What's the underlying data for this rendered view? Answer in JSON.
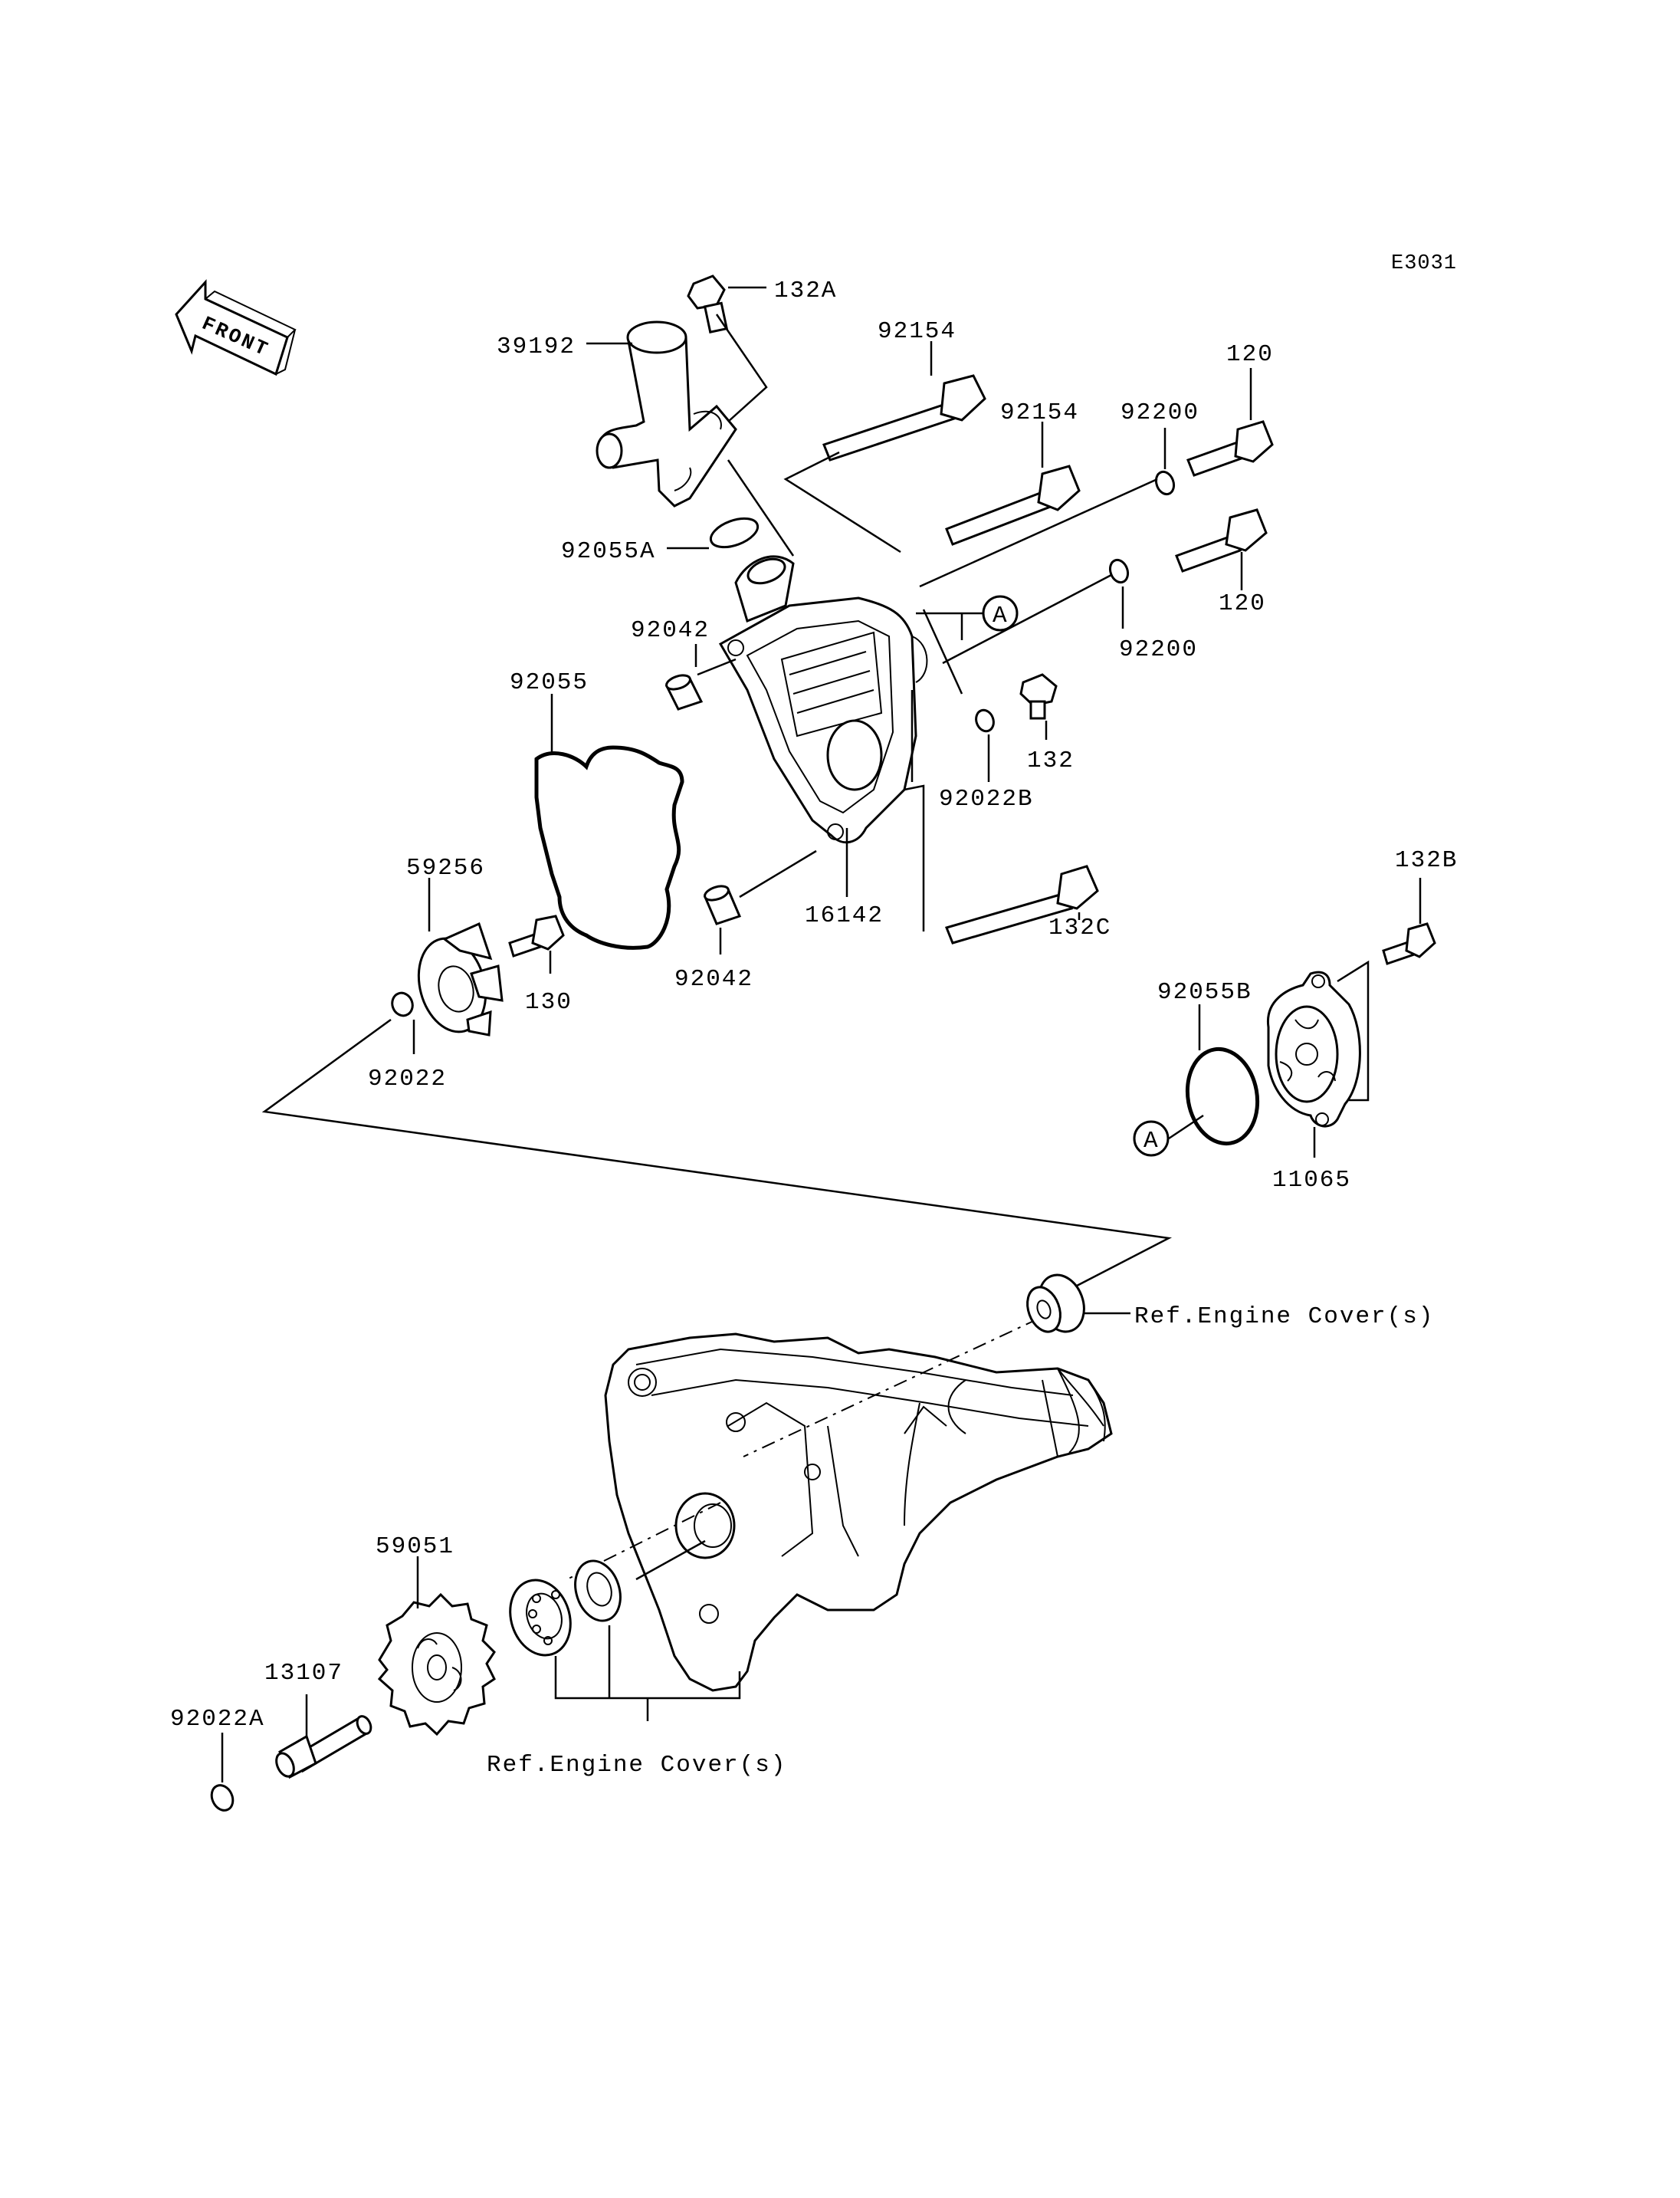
{
  "diagram_code": "E3031",
  "front_arrow_label": "FRONT",
  "ref_marker": "A",
  "parts": {
    "p132A": "132A",
    "p39192": "39192",
    "p92154a": "92154",
    "p92154b": "92154",
    "p92200a": "92200",
    "p120a": "120",
    "p120b": "120",
    "p92200b": "92200",
    "p92055A": "92055A",
    "p92042a": "92042",
    "p92055": "92055",
    "p132": "132",
    "p92022B": "92022B",
    "p59256": "59256",
    "p16142": "16142",
    "p132C": "132C",
    "p132B": "132B",
    "p130": "130",
    "p92042b": "92042",
    "p92055B": "92055B",
    "p92022": "92022",
    "p11065": "11065",
    "p59051": "59051",
    "p13107": "13107",
    "p92022A": "92022A"
  },
  "references": {
    "engine_cover_1": "Ref.Engine Cover(s)",
    "engine_cover_2": "Ref.Engine Cover(s)"
  }
}
